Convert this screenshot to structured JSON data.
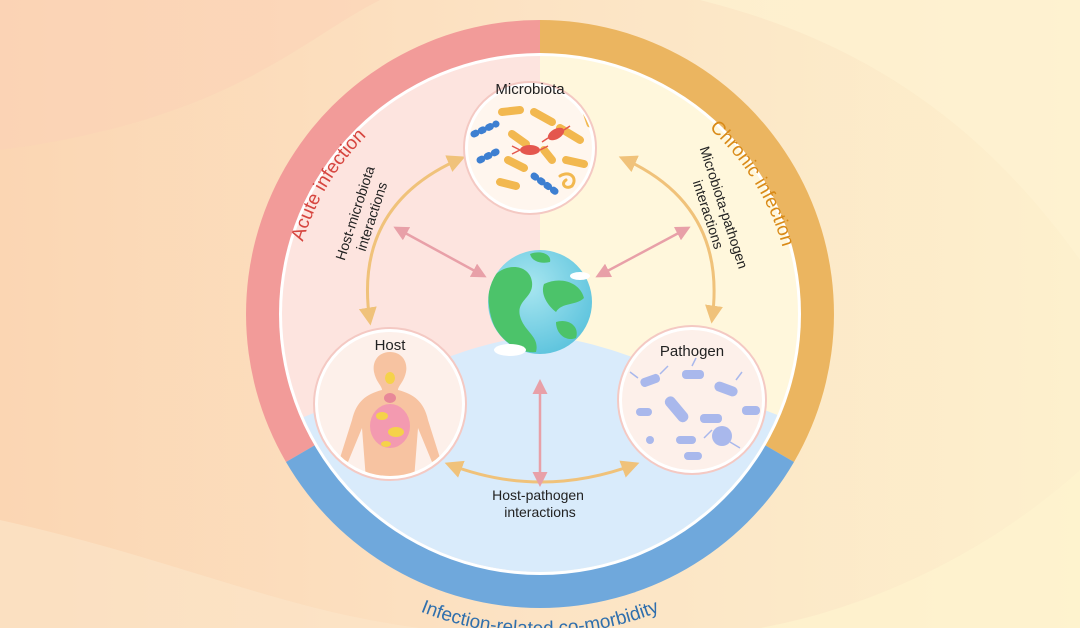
{
  "nodes": {
    "microbiota": "Microbiota",
    "host": "Host",
    "pathogen": "Pathogen"
  },
  "interactions": {
    "host_microbiota": [
      "Host-microbiota",
      "interactions"
    ],
    "microbiota_pathogen": [
      "Microbiota-pathogen",
      "interactions"
    ],
    "host_pathogen": [
      "Host-pathogen",
      "interactions"
    ]
  },
  "ring": {
    "acute": "Acute infection",
    "chronic": "Chronic infection",
    "comorbidity": "Infection-related co-morbidity"
  },
  "colors": {
    "acute": "#f29b99",
    "chronic": "#ebb560",
    "comorbidity": "#6fa8dc",
    "acute_text": "#d6453f",
    "chronic_text": "#d98a17",
    "comorbidity_text": "#2f6fad",
    "arrow_gold": "#f0c27a",
    "arrow_pink": "#e8a0a8"
  },
  "icons": {
    "microbiota": "microbes-icon",
    "host": "human-body-icon",
    "pathogen": "pathogens-icon",
    "center": "globe-icon"
  }
}
